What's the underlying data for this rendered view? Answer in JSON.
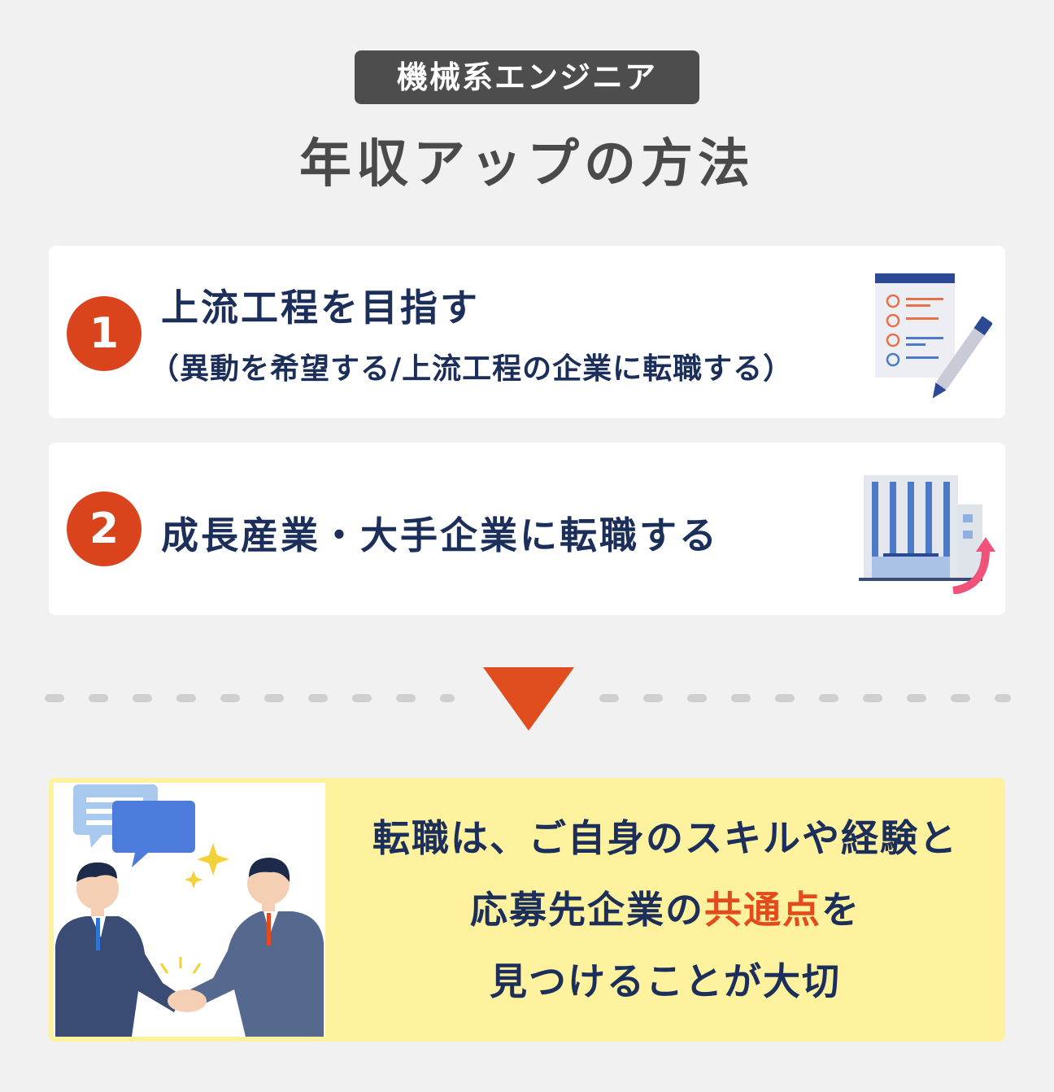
{
  "tag": "機械系エンジニア",
  "title": "年収アップの方法",
  "items": [
    {
      "number": "1",
      "heading": "上流工程を目指す",
      "sub": "（異動を希望する/上流工程の企業に転職する）",
      "icon": "checklist-pen-icon"
    },
    {
      "number": "2",
      "heading": "成長産業・大手企業に転職する",
      "icon": "building-growth-icon"
    }
  ],
  "result": {
    "line1": "転職は、ご自身のスキルや経験と",
    "line2_pre": "応募先企業の",
    "line2_highlight": "共通点",
    "line2_post": "を",
    "line3": "見つけることが大切",
    "illustration": "handshake-icon"
  },
  "colors": {
    "accent": "#d9441c",
    "highlight": "#e34a1c",
    "navy": "#1c2f5a",
    "result_bg": "#fff29e",
    "tag_bg": "#4d4d4d"
  }
}
